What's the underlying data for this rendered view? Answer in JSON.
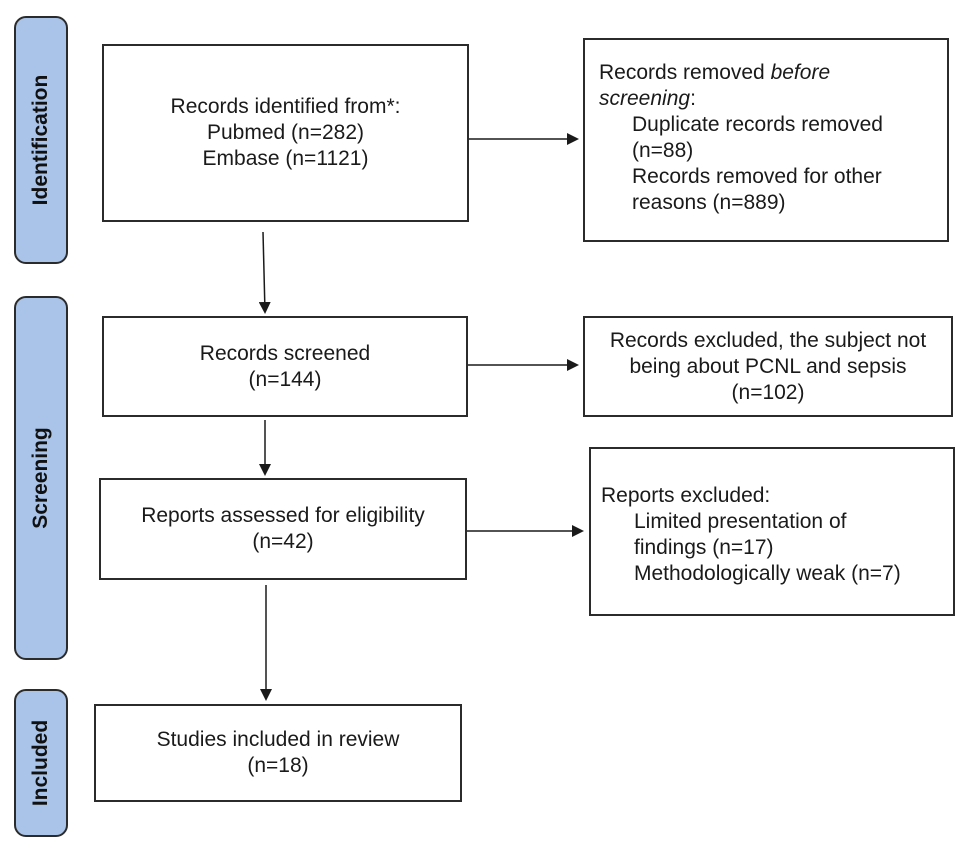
{
  "phases": {
    "identification": "Identification",
    "screening": "Screening",
    "included": "Included"
  },
  "identification": {
    "records_identified": {
      "title": "Records identified from*:",
      "line1": "Pubmed (n=282)",
      "line2": "Embase (n=1121)"
    },
    "removed": {
      "title_plain": "Records removed ",
      "title_italic_1": "before",
      "title_italic_2": "screening",
      "title_colon": ":",
      "dup_line1": "Duplicate records removed",
      "dup_line2": "(n=88)",
      "other_line1": "Records removed for other",
      "other_line2": "reasons (n=889)"
    }
  },
  "screening": {
    "screened": {
      "title": "Records screened",
      "count": "(n=144)"
    },
    "excluded": {
      "line1": "Records excluded, the subject not",
      "line2": "being about PCNL and sepsis",
      "count": "(n=102)"
    },
    "assessed": {
      "title": "Reports assessed for eligibility",
      "count": "(n=42)"
    },
    "reports_excluded": {
      "title": "Reports excluded:",
      "limited_line1": "Limited presentation of",
      "limited_line2": "findings (n=17)",
      "weak": "Methodologically weak (n=7)"
    }
  },
  "included": {
    "studies": {
      "title": "Studies included in review",
      "count": "(n=18)"
    }
  },
  "colors": {
    "phase_fill": "#a9c4e8",
    "border": "#2b2b2b",
    "arrow": "#1a1a1a"
  }
}
